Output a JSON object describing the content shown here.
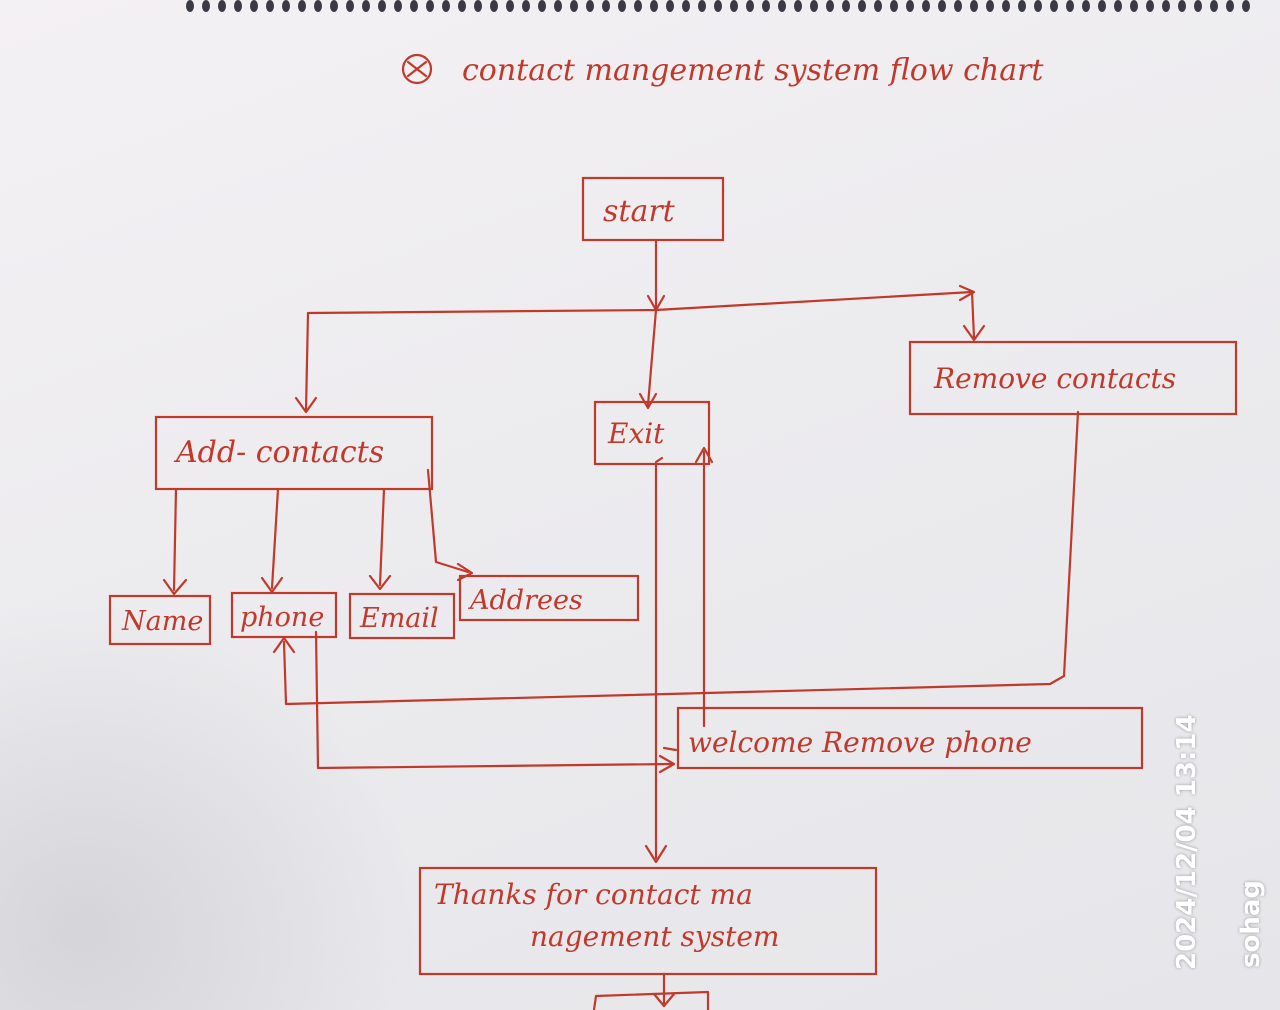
{
  "title": "contact mangement system flow chart",
  "nodes": {
    "start": "start",
    "add_contacts": "Add- contacts",
    "exit": "Exit",
    "remove_contacts": "Remove contacts",
    "name": "Name",
    "phone": "phone",
    "email": "Email",
    "address": "Addrees",
    "welcome_remove_phone": "welcome Remove phone",
    "thanks_line1": "Thanks for contact ma",
    "thanks_line2": "nagement system"
  },
  "stamp": {
    "datetime": "2024/12/04 13:14",
    "author": "sohag"
  },
  "colors": {
    "ink": "#c0392b",
    "paper": "#efedf0"
  }
}
